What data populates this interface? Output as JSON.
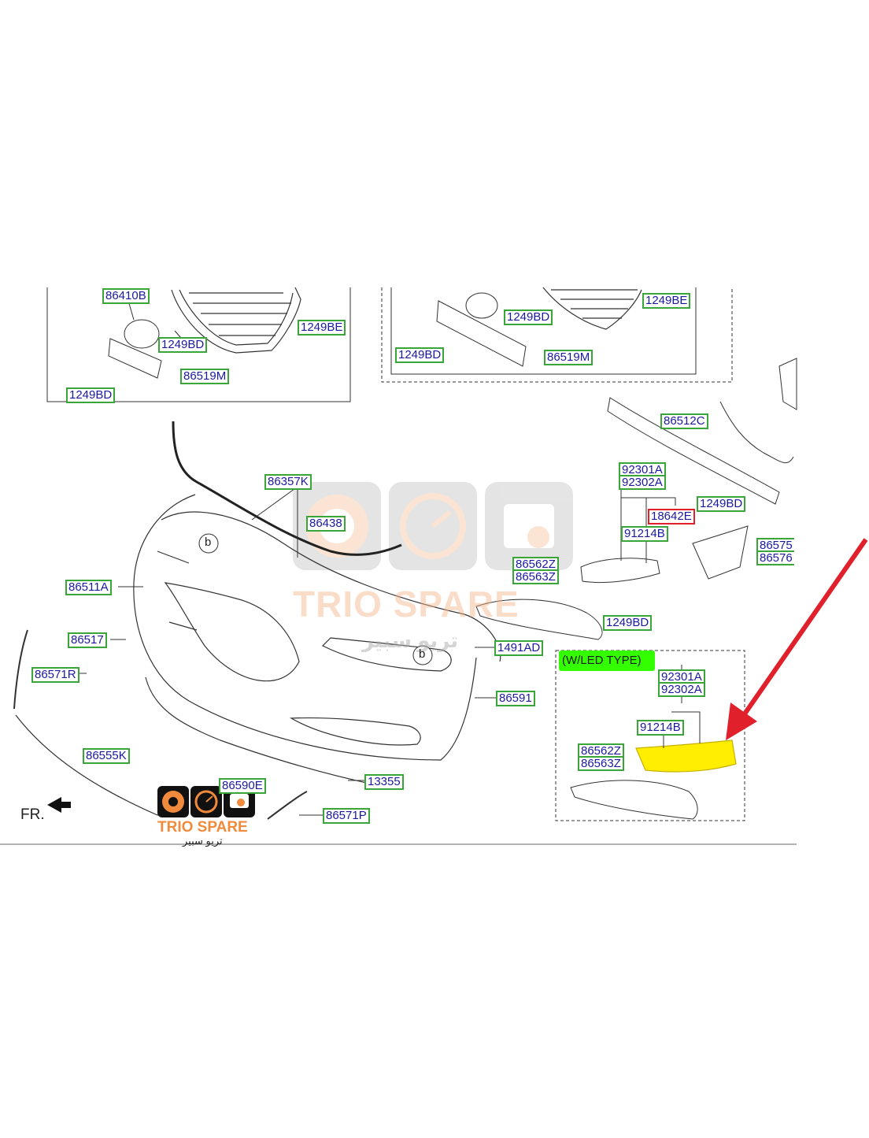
{
  "labels": {
    "l86410B": "86410B",
    "l1249BD_a": "1249BD",
    "l86519M_a": "86519M",
    "l1249BD_b": "1249BD",
    "l1249BE_a": "1249BE",
    "l1249BD_c": "1249BD",
    "l1249BE_b": "1249BE",
    "l1249BD_d": "1249BD",
    "l86519M_b": "86519M",
    "l86512C": "86512C",
    "l86357K": "86357K",
    "l86438": "86438",
    "l86511A": "86511A",
    "l86517": "86517",
    "l86571R": "86571R",
    "l86555K": "86555K",
    "l86590E": "86590E",
    "l13355": "13355",
    "l86571P": "86571P",
    "l1491AD": "1491AD",
    "l86591": "86591",
    "l92301A_a": "92301A",
    "l92302A_a": "92302A",
    "l18642E": "18642E",
    "l1249BD_e": "1249BD",
    "l91214B_a": "91214B",
    "l86562Z_a": "86562Z",
    "l86563Z_a": "86563Z",
    "l1249BD_f": "1249BD",
    "l86575": "86575",
    "l86576": "86576",
    "l92301A_b": "92301A",
    "l92302A_b": "92302A",
    "l91214B_b": "91214B",
    "l86562Z_b": "86562Z",
    "l86563Z_b": "86563Z"
  },
  "callouts": {
    "b1": "b",
    "b2": "b"
  },
  "variant_note": "(W/LED TYPE)",
  "front_marker": "FR.",
  "watermark": {
    "brand": "TRIO SPARE",
    "arabic": "تريو سبير"
  },
  "logo": {
    "brand": "TRIO SPARE",
    "arabic": "تريو سبير"
  },
  "colors": {
    "label_border": "#3aa63a",
    "label_text": "#1a1aa0",
    "highlight_green": "#33ff00",
    "highlight_yellow": "#ffee00",
    "arrow_red": "#e0202a",
    "brand_orange": "#f08a3c"
  },
  "icons": [
    "brake-disc-icon",
    "speedometer-icon",
    "engine-icon",
    "red-arrow-icon"
  ]
}
